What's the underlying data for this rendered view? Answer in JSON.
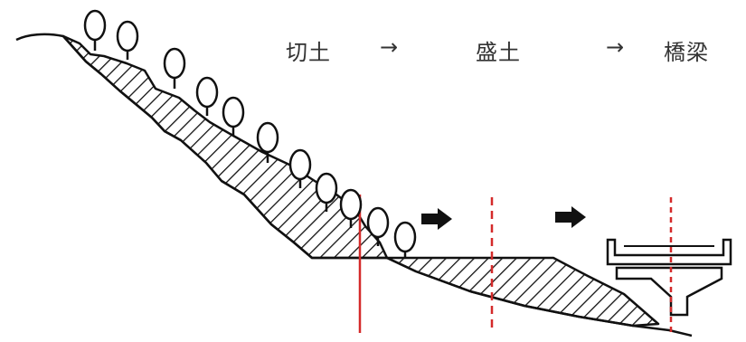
{
  "labels": {
    "cut": "切土",
    "arrow1": "→",
    "fill": "盛土",
    "arrow2": "→",
    "bridge": "橋梁"
  },
  "colors": {
    "ink": "#111111",
    "text": "#333333",
    "boundary": "#d42a2a"
  },
  "icons": [
    "tree-icon",
    "right-arrow-icon"
  ]
}
